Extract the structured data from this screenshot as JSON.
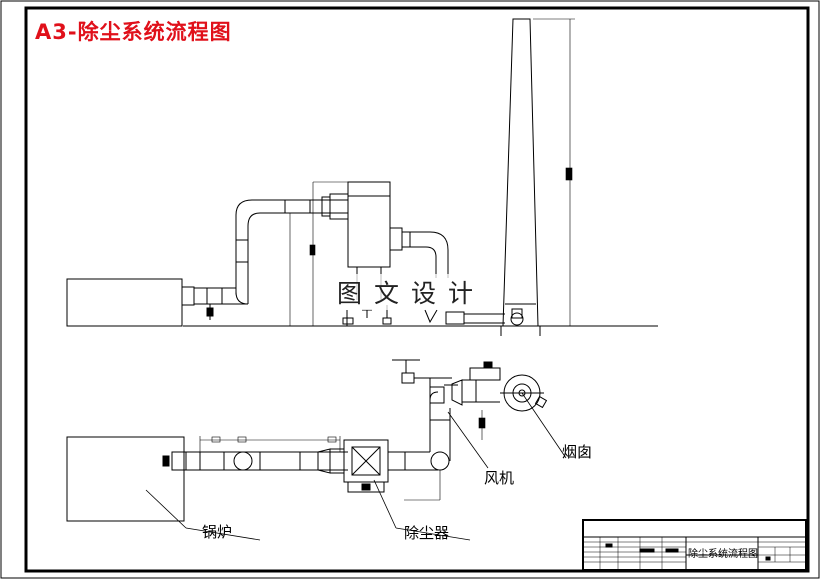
{
  "header": {
    "title": "A3-除尘系统流程图"
  },
  "watermark": {
    "text": "图文设计"
  },
  "labels": {
    "boiler": "锅炉",
    "dust_collector": "除尘器",
    "fan": "风机",
    "chimney": "烟囱"
  },
  "title_block": {
    "drawing_name": "除尘系统流程图"
  },
  "colors": {
    "title": "#e0101a",
    "line": "#000000"
  }
}
